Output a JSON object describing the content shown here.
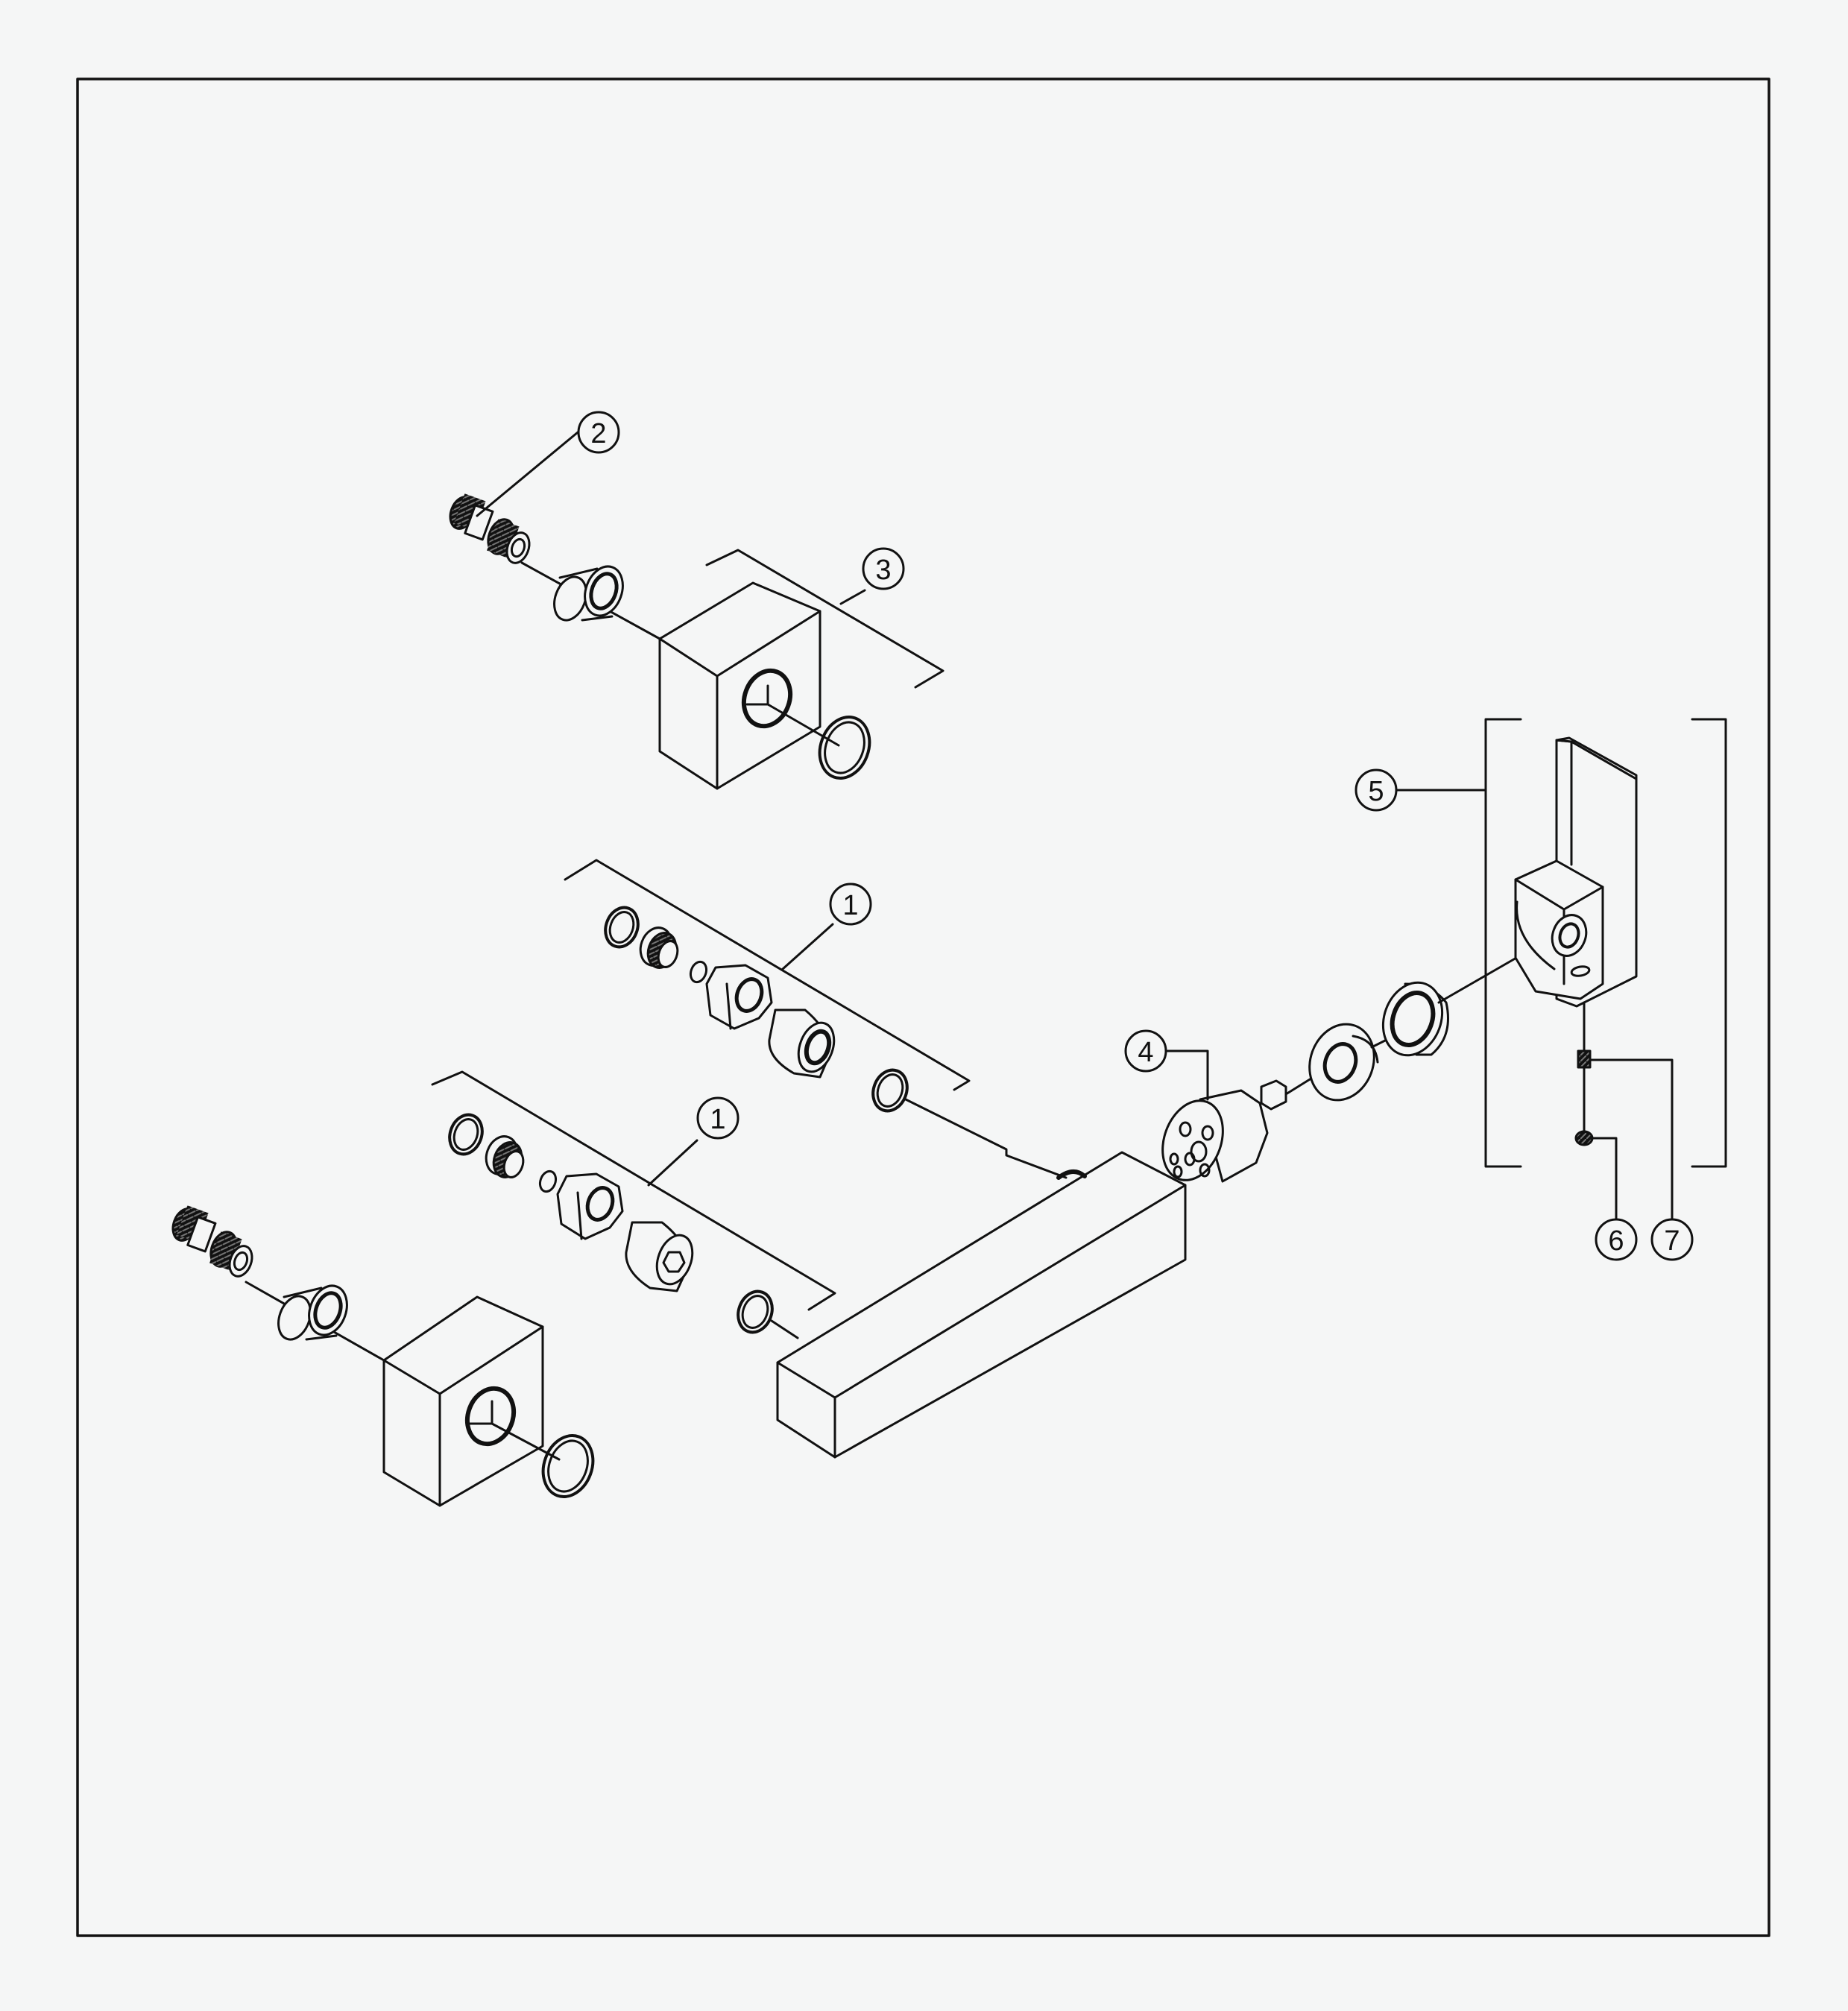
{
  "diagram": {
    "callouts": [
      {
        "id": "callout-1a",
        "label": "1"
      },
      {
        "id": "callout-1b",
        "label": "1"
      },
      {
        "id": "callout-2",
        "label": "2"
      },
      {
        "id": "callout-3",
        "label": "3"
      },
      {
        "id": "callout-4",
        "label": "4"
      },
      {
        "id": "callout-5",
        "label": "5"
      },
      {
        "id": "callout-6",
        "label": "6"
      },
      {
        "id": "callout-7",
        "label": "7"
      }
    ]
  },
  "colors": {
    "background": "#f5f6f6",
    "line": "#111111",
    "fill": "#f5f6f6"
  }
}
